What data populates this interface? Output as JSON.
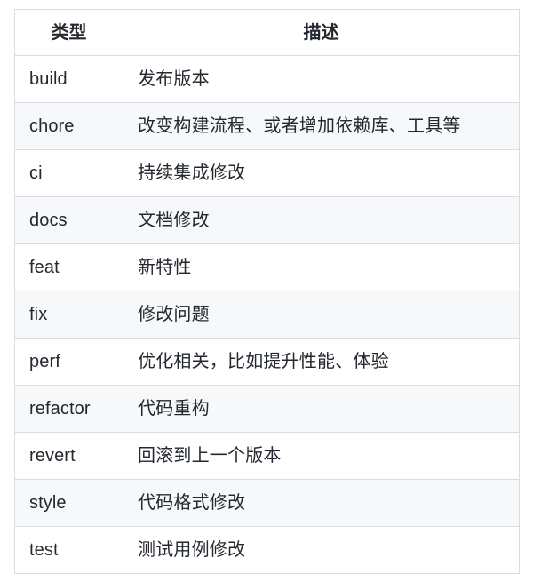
{
  "table": {
    "columns": [
      {
        "key": "type",
        "label": "类型",
        "align": "center"
      },
      {
        "key": "description",
        "label": "描述",
        "align": "center"
      }
    ],
    "rows": [
      {
        "type": "build",
        "description": "发布版本"
      },
      {
        "type": "chore",
        "description": "改变构建流程、或者增加依赖库、工具等"
      },
      {
        "type": "ci",
        "description": "持续集成修改"
      },
      {
        "type": "docs",
        "description": "文档修改"
      },
      {
        "type": "feat",
        "description": "新特性"
      },
      {
        "type": "fix",
        "description": "修改问题"
      },
      {
        "type": "perf",
        "description": "优化相关，比如提升性能、体验"
      },
      {
        "type": "refactor",
        "description": "代码重构"
      },
      {
        "type": "revert",
        "description": "回滚到上一个版本"
      },
      {
        "type": "style",
        "description": "代码格式修改"
      },
      {
        "type": "test",
        "description": "测试用例修改"
      }
    ]
  },
  "style": {
    "border_color": "#d9dde3",
    "stripe_color": "#f6f8fa",
    "text_color": "#24292f",
    "background": "#ffffff"
  }
}
